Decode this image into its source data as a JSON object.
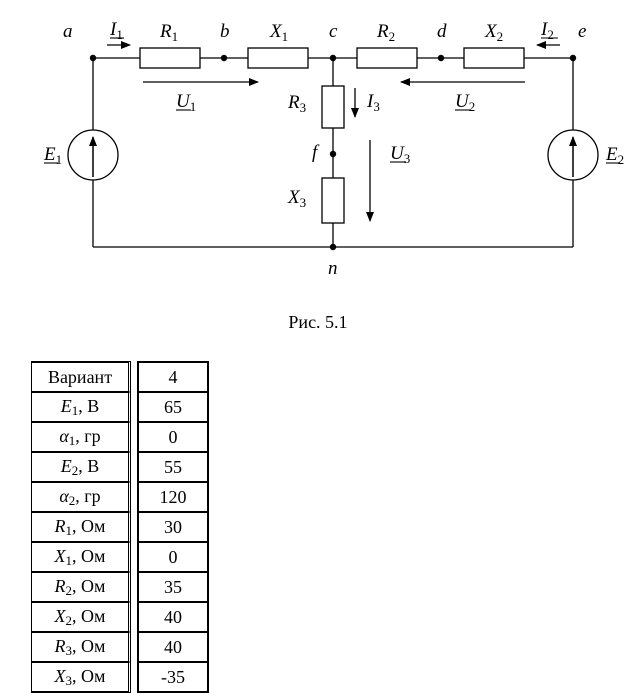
{
  "nodes": {
    "a": "a",
    "b": "b",
    "c": "c",
    "d": "d",
    "e": "e",
    "f": "f",
    "n": "n"
  },
  "elements": {
    "R1": {
      "sym": "R",
      "sub": "1"
    },
    "X1": {
      "sym": "X",
      "sub": "1"
    },
    "R2": {
      "sym": "R",
      "sub": "2"
    },
    "X2": {
      "sym": "X",
      "sub": "2"
    },
    "R3": {
      "sym": "R",
      "sub": "3"
    },
    "X3": {
      "sym": "X",
      "sub": "3"
    },
    "E1": {
      "sym": "E",
      "sub": "1"
    },
    "E2": {
      "sym": "E",
      "sub": "2"
    }
  },
  "currents": {
    "I1": {
      "sym": "I",
      "sub": "1"
    },
    "I2": {
      "sym": "I",
      "sub": "2"
    },
    "I3": {
      "sym": "I",
      "sub": "3"
    }
  },
  "voltages": {
    "U1": {
      "sym": "U",
      "sub": "1"
    },
    "U2": {
      "sym": "U",
      "sub": "2"
    },
    "U3": {
      "sym": "U",
      "sub": "3"
    }
  },
  "caption": "Рис. 5.1",
  "table": {
    "rows": [
      {
        "sym": "Вариант",
        "sub": "",
        "unit": "",
        "value": "4"
      },
      {
        "sym": "E",
        "sub": "1",
        "unit": ", В",
        "value": "65"
      },
      {
        "sym": "α",
        "sub": "1",
        "unit": ", гр",
        "value": "0"
      },
      {
        "sym": "E",
        "sub": "2",
        "unit": ", В",
        "value": "55"
      },
      {
        "sym": "α",
        "sub": "2",
        "unit": ", гр",
        "value": "120"
      },
      {
        "sym": "R",
        "sub": "1",
        "unit": ", Ом",
        "value": "30"
      },
      {
        "sym": "X",
        "sub": "1",
        "unit": ", Ом",
        "value": "0"
      },
      {
        "sym": "R",
        "sub": "2",
        "unit": ", Ом",
        "value": "35"
      },
      {
        "sym": "X",
        "sub": "2",
        "unit": ", Ом",
        "value": "40"
      },
      {
        "sym": "R",
        "sub": "3",
        "unit": ", Ом",
        "value": "40"
      },
      {
        "sym": "X",
        "sub": "3",
        "unit": ", Ом",
        "value": "-35"
      }
    ]
  }
}
